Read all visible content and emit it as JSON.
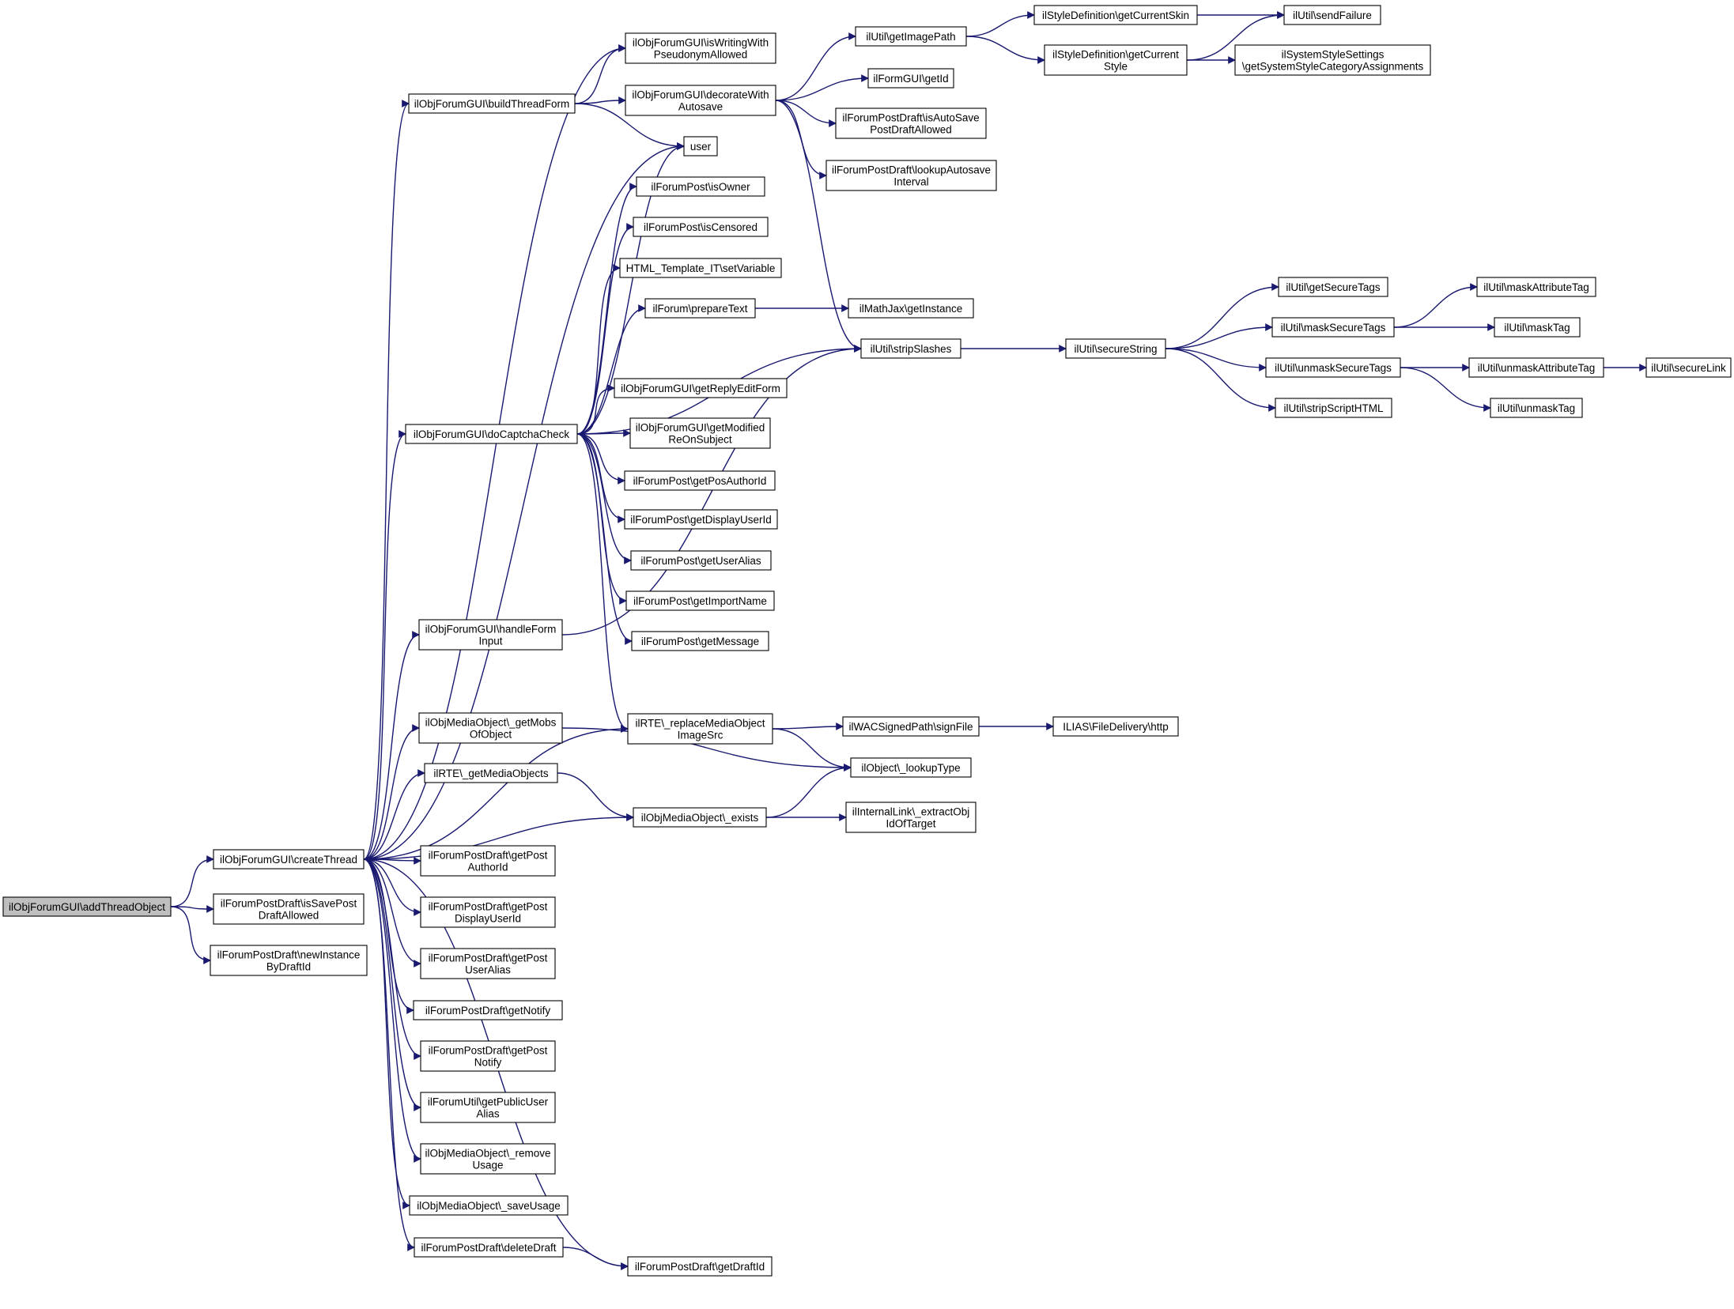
{
  "colors": {
    "edge": "#191970",
    "node_border": "#000000",
    "root_fill": "#bfbfbf",
    "background": "#ffffff"
  },
  "nodes": [
    {
      "id": "addThreadObject",
      "lines": [
        "ilObjForumGUI\\addThreadObject"
      ],
      "root": true
    },
    {
      "id": "createThread",
      "lines": [
        "ilObjForumGUI\\createThread"
      ]
    },
    {
      "id": "isSavePostDraftAllowed",
      "lines": [
        "ilForumPostDraft\\isSavePost",
        "DraftAllowed"
      ]
    },
    {
      "id": "newInstanceByDraftId",
      "lines": [
        "ilForumPostDraft\\newInstance",
        "ByDraftId"
      ]
    },
    {
      "id": "buildThreadForm",
      "lines": [
        "ilObjForumGUI\\buildThreadForm"
      ]
    },
    {
      "id": "doCaptchaCheck",
      "lines": [
        "ilObjForumGUI\\doCaptchaCheck"
      ]
    },
    {
      "id": "handleFormInput",
      "lines": [
        "ilObjForumGUI\\handleForm",
        "Input"
      ]
    },
    {
      "id": "getMobsOfObject",
      "lines": [
        "ilObjMediaObject\\_getMobs",
        "OfObject"
      ]
    },
    {
      "id": "getMediaObjects",
      "lines": [
        "ilRTE\\_getMediaObjects"
      ]
    },
    {
      "id": "getPostAuthorId",
      "lines": [
        "ilForumPostDraft\\getPost",
        "AuthorId"
      ]
    },
    {
      "id": "getPostDisplayUserId",
      "lines": [
        "ilForumPostDraft\\getPost",
        "DisplayUserId"
      ]
    },
    {
      "id": "getPostUserAlias",
      "lines": [
        "ilForumPostDraft\\getPost",
        "UserAlias"
      ]
    },
    {
      "id": "getNotify",
      "lines": [
        "ilForumPostDraft\\getNotify"
      ]
    },
    {
      "id": "getPostNotify",
      "lines": [
        "ilForumPostDraft\\getPost",
        "Notify"
      ]
    },
    {
      "id": "getPublicUserAlias",
      "lines": [
        "ilForumUtil\\getPublicUser",
        "Alias"
      ]
    },
    {
      "id": "removeUsage",
      "lines": [
        "ilObjMediaObject\\_remove",
        "Usage"
      ]
    },
    {
      "id": "saveUsage",
      "lines": [
        "ilObjMediaObject\\_saveUsage"
      ]
    },
    {
      "id": "deleteDraft",
      "lines": [
        "ilForumPostDraft\\deleteDraft"
      ]
    },
    {
      "id": "isWritingWithPseudonymAllowed",
      "lines": [
        "ilObjForumGUI\\isWritingWith",
        "PseudonymAllowed"
      ]
    },
    {
      "id": "decorateWithAutosave",
      "lines": [
        "ilObjForumGUI\\decorateWith",
        "Autosave"
      ]
    },
    {
      "id": "user",
      "lines": [
        "user"
      ]
    },
    {
      "id": "isOwner",
      "lines": [
        "ilForumPost\\isOwner"
      ]
    },
    {
      "id": "isCensored",
      "lines": [
        "ilForumPost\\isCensored"
      ]
    },
    {
      "id": "setVariable",
      "lines": [
        "HTML_Template_IT\\setVariable"
      ]
    },
    {
      "id": "prepareText",
      "lines": [
        "ilForum\\prepareText"
      ]
    },
    {
      "id": "getReplyEditForm",
      "lines": [
        "ilObjForumGUI\\getReplyEditForm"
      ]
    },
    {
      "id": "getModifiedReOnSubject",
      "lines": [
        "ilObjForumGUI\\getModified",
        "ReOnSubject"
      ]
    },
    {
      "id": "getPosAuthorId",
      "lines": [
        "ilForumPost\\getPosAuthorId"
      ]
    },
    {
      "id": "getDisplayUserId",
      "lines": [
        "ilForumPost\\getDisplayUserId"
      ]
    },
    {
      "id": "getUserAlias",
      "lines": [
        "ilForumPost\\getUserAlias"
      ]
    },
    {
      "id": "getImportName",
      "lines": [
        "ilForumPost\\getImportName"
      ]
    },
    {
      "id": "getMessage",
      "lines": [
        "ilForumPost\\getMessage"
      ]
    },
    {
      "id": "replaceMediaObjectImageSrc",
      "lines": [
        "ilRTE\\_replaceMediaObject",
        "ImageSrc"
      ]
    },
    {
      "id": "exists",
      "lines": [
        "ilObjMediaObject\\_exists"
      ]
    },
    {
      "id": "getDraftId",
      "lines": [
        "ilForumPostDraft\\getDraftId"
      ]
    },
    {
      "id": "getImagePath",
      "lines": [
        "ilUtil\\getImagePath"
      ]
    },
    {
      "id": "getId",
      "lines": [
        "ilFormGUI\\getId"
      ]
    },
    {
      "id": "isAutoSavePostDraftAllowed",
      "lines": [
        "ilForumPostDraft\\isAutoSave",
        "PostDraftAllowed"
      ]
    },
    {
      "id": "lookupAutosaveInterval",
      "lines": [
        "ilForumPostDraft\\lookupAutosave",
        "Interval"
      ]
    },
    {
      "id": "getMathJaxInstance",
      "lines": [
        "ilMathJax\\getInstance"
      ]
    },
    {
      "id": "stripSlashes",
      "lines": [
        "ilUtil\\stripSlashes"
      ]
    },
    {
      "id": "signFile",
      "lines": [
        "ilWACSignedPath\\signFile"
      ]
    },
    {
      "id": "lookupType",
      "lines": [
        "ilObject\\_lookupType"
      ]
    },
    {
      "id": "extractObjIdOfTarget",
      "lines": [
        "ilInternalLink\\_extractObj",
        "IdOfTarget"
      ]
    },
    {
      "id": "getCurrentSkin",
      "lines": [
        "ilStyleDefinition\\getCurrentSkin"
      ]
    },
    {
      "id": "getCurrentStyle",
      "lines": [
        "ilStyleDefinition\\getCurrent",
        "Style"
      ]
    },
    {
      "id": "sendFailure",
      "lines": [
        "ilUtil\\sendFailure"
      ]
    },
    {
      "id": "getSystemStyleCategoryAssignments",
      "lines": [
        "ilSystemStyleSettings",
        "\\getSystemStyleCategoryAssignments"
      ]
    },
    {
      "id": "secureString",
      "lines": [
        "ilUtil\\secureString"
      ]
    },
    {
      "id": "http",
      "lines": [
        "ILIAS\\FileDelivery\\http"
      ]
    },
    {
      "id": "getSecureTags",
      "lines": [
        "ilUtil\\getSecureTags"
      ]
    },
    {
      "id": "maskSecureTags",
      "lines": [
        "ilUtil\\maskSecureTags"
      ]
    },
    {
      "id": "unmaskSecureTags",
      "lines": [
        "ilUtil\\unmaskSecureTags"
      ]
    },
    {
      "id": "stripScriptHTML",
      "lines": [
        "ilUtil\\stripScriptHTML"
      ]
    },
    {
      "id": "maskAttributeTag",
      "lines": [
        "ilUtil\\maskAttributeTag"
      ]
    },
    {
      "id": "maskTag",
      "lines": [
        "ilUtil\\maskTag"
      ]
    },
    {
      "id": "unmaskAttributeTag",
      "lines": [
        "ilUtil\\unmaskAttributeTag"
      ]
    },
    {
      "id": "unmaskTag",
      "lines": [
        "ilUtil\\unmaskTag"
      ]
    },
    {
      "id": "secureLink",
      "lines": [
        "ilUtil\\secureLink"
      ]
    }
  ],
  "edges": [
    [
      "addThreadObject",
      "createThread"
    ],
    [
      "addThreadObject",
      "isSavePostDraftAllowed"
    ],
    [
      "addThreadObject",
      "newInstanceByDraftId"
    ],
    [
      "createThread",
      "isWritingWithPseudonymAllowed"
    ],
    [
      "createThread",
      "buildThreadForm"
    ],
    [
      "createThread",
      "user"
    ],
    [
      "createThread",
      "doCaptchaCheck"
    ],
    [
      "createThread",
      "handleFormInput"
    ],
    [
      "createThread",
      "replaceMediaObjectImageSrc"
    ],
    [
      "createThread",
      "getMobsOfObject"
    ],
    [
      "createThread",
      "getMediaObjects"
    ],
    [
      "createThread",
      "exists"
    ],
    [
      "createThread",
      "getPostAuthorId"
    ],
    [
      "createThread",
      "getPostDisplayUserId"
    ],
    [
      "createThread",
      "getPostUserAlias"
    ],
    [
      "createThread",
      "getNotify"
    ],
    [
      "createThread",
      "getPostNotify"
    ],
    [
      "createThread",
      "getPublicUserAlias"
    ],
    [
      "createThread",
      "removeUsage"
    ],
    [
      "createThread",
      "saveUsage"
    ],
    [
      "createThread",
      "deleteDraft"
    ],
    [
      "createThread",
      "getDraftId"
    ],
    [
      "buildThreadForm",
      "isWritingWithPseudonymAllowed"
    ],
    [
      "buildThreadForm",
      "decorateWithAutosave"
    ],
    [
      "buildThreadForm",
      "user"
    ],
    [
      "decorateWithAutosave",
      "getImagePath"
    ],
    [
      "decorateWithAutosave",
      "getId"
    ],
    [
      "decorateWithAutosave",
      "isAutoSavePostDraftAllowed"
    ],
    [
      "decorateWithAutosave",
      "lookupAutosaveInterval"
    ],
    [
      "decorateWithAutosave",
      "stripSlashes"
    ],
    [
      "getImagePath",
      "getCurrentSkin"
    ],
    [
      "getImagePath",
      "getCurrentStyle"
    ],
    [
      "getCurrentSkin",
      "sendFailure"
    ],
    [
      "getCurrentStyle",
      "sendFailure"
    ],
    [
      "getCurrentStyle",
      "getSystemStyleCategoryAssignments"
    ],
    [
      "doCaptchaCheck",
      "user"
    ],
    [
      "doCaptchaCheck",
      "isOwner"
    ],
    [
      "doCaptchaCheck",
      "isCensored"
    ],
    [
      "doCaptchaCheck",
      "setVariable"
    ],
    [
      "doCaptchaCheck",
      "prepareText"
    ],
    [
      "doCaptchaCheck",
      "stripSlashes"
    ],
    [
      "doCaptchaCheck",
      "getReplyEditForm"
    ],
    [
      "doCaptchaCheck",
      "getModifiedReOnSubject"
    ],
    [
      "doCaptchaCheck",
      "getPosAuthorId"
    ],
    [
      "doCaptchaCheck",
      "getDisplayUserId"
    ],
    [
      "doCaptchaCheck",
      "getUserAlias"
    ],
    [
      "doCaptchaCheck",
      "getImportName"
    ],
    [
      "doCaptchaCheck",
      "getMessage"
    ],
    [
      "doCaptchaCheck",
      "replaceMediaObjectImageSrc"
    ],
    [
      "prepareText",
      "getMathJaxInstance"
    ],
    [
      "handleFormInput",
      "stripSlashes"
    ],
    [
      "stripSlashes",
      "secureString"
    ],
    [
      "secureString",
      "getSecureTags"
    ],
    [
      "secureString",
      "maskSecureTags"
    ],
    [
      "secureString",
      "unmaskSecureTags"
    ],
    [
      "secureString",
      "stripScriptHTML"
    ],
    [
      "maskSecureTags",
      "maskAttributeTag"
    ],
    [
      "maskSecureTags",
      "maskTag"
    ],
    [
      "unmaskSecureTags",
      "unmaskAttributeTag"
    ],
    [
      "unmaskSecureTags",
      "unmaskTag"
    ],
    [
      "unmaskAttributeTag",
      "secureLink"
    ],
    [
      "replaceMediaObjectImageSrc",
      "signFile"
    ],
    [
      "replaceMediaObjectImageSrc",
      "lookupType"
    ],
    [
      "signFile",
      "http"
    ],
    [
      "getMobsOfObject",
      "lookupType"
    ],
    [
      "getMediaObjects",
      "exists"
    ],
    [
      "exists",
      "lookupType"
    ],
    [
      "exists",
      "extractObjIdOfTarget"
    ],
    [
      "deleteDraft",
      "getDraftId"
    ]
  ]
}
